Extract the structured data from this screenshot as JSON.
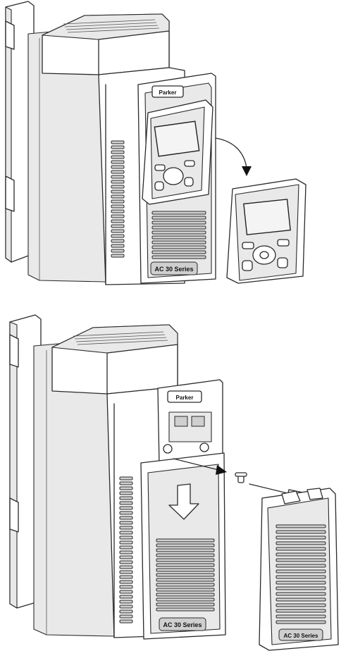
{
  "brand_badge": "Parker",
  "series_label": "AC 30 Series",
  "figures": [
    {
      "step": "remove-keypad",
      "arrow": "curved-arrow-icon"
    },
    {
      "step": "remove-front-cover",
      "arrow": "down-arrow-icon"
    }
  ],
  "colors": {
    "line": "#2a2a2a",
    "fill": "#ffffff",
    "shade": "#e9e9e9"
  }
}
